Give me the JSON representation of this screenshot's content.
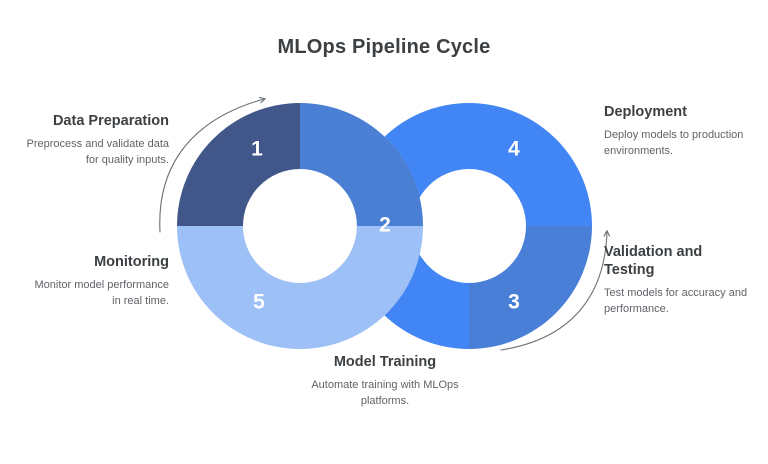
{
  "page": {
    "title": "MLOps Pipeline Cycle",
    "background": "#ffffff"
  },
  "colors": {
    "segment_1": "#41578a",
    "segment_2": "#4a7fd4",
    "segment_3": "#4285f4",
    "segment_3_overlap": "#4a7fd4",
    "segment_4": "#4285f4",
    "segment_5": "#9dc1f7",
    "arrow": "#6b7177",
    "heading_text": "#3c4043",
    "body_text": "#5f6368",
    "number_text": "#ffffff"
  },
  "chart_data": {
    "type": "pie",
    "title": "MLOps Pipeline Cycle",
    "layout": "double-donut-infinity",
    "legend_position": "callouts",
    "segments": [
      {
        "number": "1",
        "label": "Data Preparation",
        "description": "Preprocess and validate data for quality inputs.",
        "color": "#41578a",
        "donut": "left",
        "start_angle": 270,
        "end_angle": 0,
        "value": 25
      },
      {
        "number": "2",
        "label": "Model Training",
        "description": "Automate training with MLOps platforms.",
        "color": "#4a7fd4",
        "donut": "left",
        "start_angle": 0,
        "end_angle": 90,
        "value": 25
      },
      {
        "number": "3",
        "label": "Validation and Testing",
        "description": "Test models for accuracy and performance.",
        "color": "#4285f4",
        "donut": "right",
        "start_angle": 0,
        "end_angle": 180,
        "value": 50
      },
      {
        "number": "4",
        "label": "Deployment",
        "description": "Deploy models to production environments.",
        "color": "#4285f4",
        "donut": "right",
        "start_angle": 180,
        "end_angle": 360,
        "value": 50
      },
      {
        "number": "5",
        "label": "Monitoring",
        "description": "Monitor model performance in real time.",
        "color": "#9dc1f7",
        "donut": "left",
        "start_angle": 90,
        "end_angle": 270,
        "value": 50
      }
    ]
  },
  "callouts": {
    "data_preparation": {
      "title": "Data Preparation",
      "description": "Preprocess and validate data for quality inputs."
    },
    "monitoring": {
      "title": "Monitoring",
      "description": "Monitor model performance in real time."
    },
    "model_training": {
      "title": "Model Training",
      "description": "Automate training with MLOps platforms."
    },
    "deployment": {
      "title": "Deployment",
      "description": "Deploy models to production environments."
    },
    "validation_testing": {
      "title": "Validation and Testing",
      "description": "Test models for accuracy and performance."
    }
  },
  "numbers": {
    "one": "1",
    "two": "2",
    "three": "3",
    "four": "4",
    "five": "5"
  },
  "arrows": {
    "left_arrow_name": "counterclockwise-arrow-left",
    "right_arrow_name": "counterclockwise-arrow-right"
  }
}
